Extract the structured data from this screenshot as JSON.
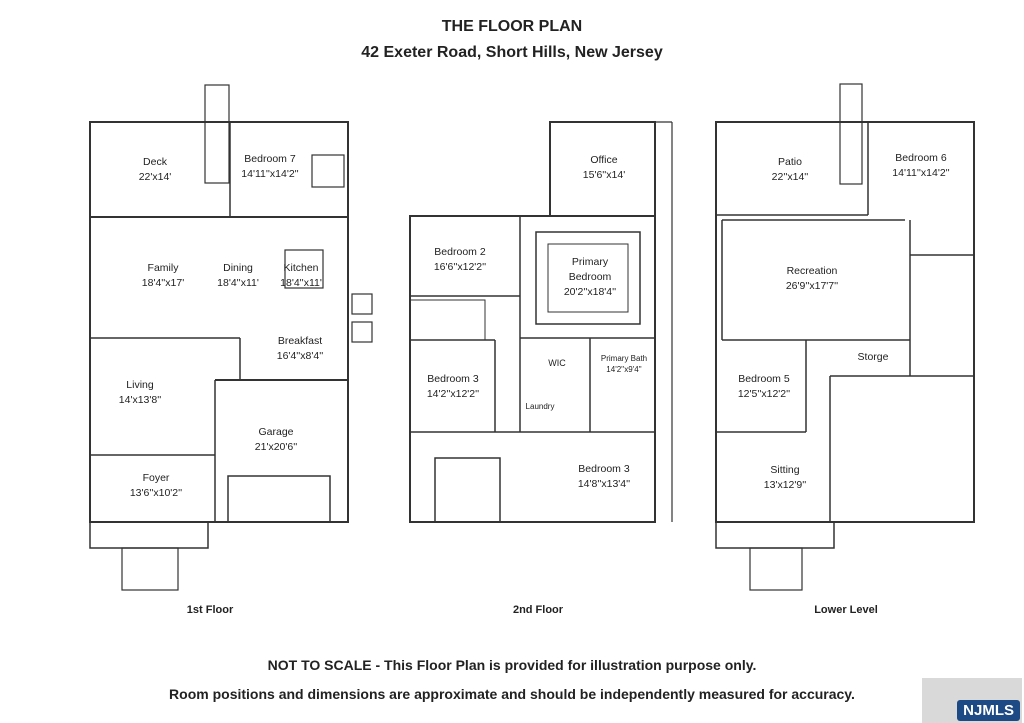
{
  "title": "THE FLOOR PLAN",
  "address": "42 Exeter Road, Short Hills, New Jersey",
  "floors": [
    {
      "label": "1st Floor",
      "rooms": [
        {
          "name": "Deck",
          "dim": "22'x14'"
        },
        {
          "name": "Bedroom 7",
          "dim": "14'11''x14'2''"
        },
        {
          "name": "Family",
          "dim": "18'4''x17'"
        },
        {
          "name": "Dining",
          "dim": "18'4''x11'"
        },
        {
          "name": "Kitchen",
          "dim": "18'4''x11'"
        },
        {
          "name": "Breakfast",
          "dim": "16'4''x8'4''"
        },
        {
          "name": "Living",
          "dim": "14'x13'8''"
        },
        {
          "name": "Garage",
          "dim": "21'x20'6''"
        },
        {
          "name": "Foyer",
          "dim": "13'6''x10'2''"
        }
      ]
    },
    {
      "label": "2nd Floor",
      "rooms": [
        {
          "name": "Office",
          "dim": "15'6''x14'"
        },
        {
          "name": "Bedroom 2",
          "dim": "16'6''x12'2''"
        },
        {
          "name": "Primary Bedroom",
          "dim": "20'2''x18'4''"
        },
        {
          "name": "Bedroom 3",
          "dim": "14'2''x12'2''"
        },
        {
          "name": "WIC",
          "dim": ""
        },
        {
          "name": "Primary Bath",
          "dim": "14'2''x9'4''"
        },
        {
          "name": "Laundry",
          "dim": ""
        },
        {
          "name": "Bedroom 3",
          "dim": "14'8''x13'4''"
        }
      ]
    },
    {
      "label": "Lower Level",
      "rooms": [
        {
          "name": "Patio",
          "dim": "22''x14''"
        },
        {
          "name": "Bedroom 6",
          "dim": "14'11''x14'2''"
        },
        {
          "name": "Recreation",
          "dim": "26'9''x17'7''"
        },
        {
          "name": "Storge",
          "dim": ""
        },
        {
          "name": "Bedroom 5",
          "dim": "12'5''x12'2''"
        },
        {
          "name": "Sitting",
          "dim": "13'x12'9''"
        }
      ]
    }
  ],
  "disclaimer_1": "NOT TO SCALE - This Floor Plan is provided for illustration purpose only.",
  "disclaimer_2": "Room positions and dimensions are approximate and should be independently measured for accuracy.",
  "logo": {
    "text": "NJMLS",
    "color": "#1d4a84"
  }
}
